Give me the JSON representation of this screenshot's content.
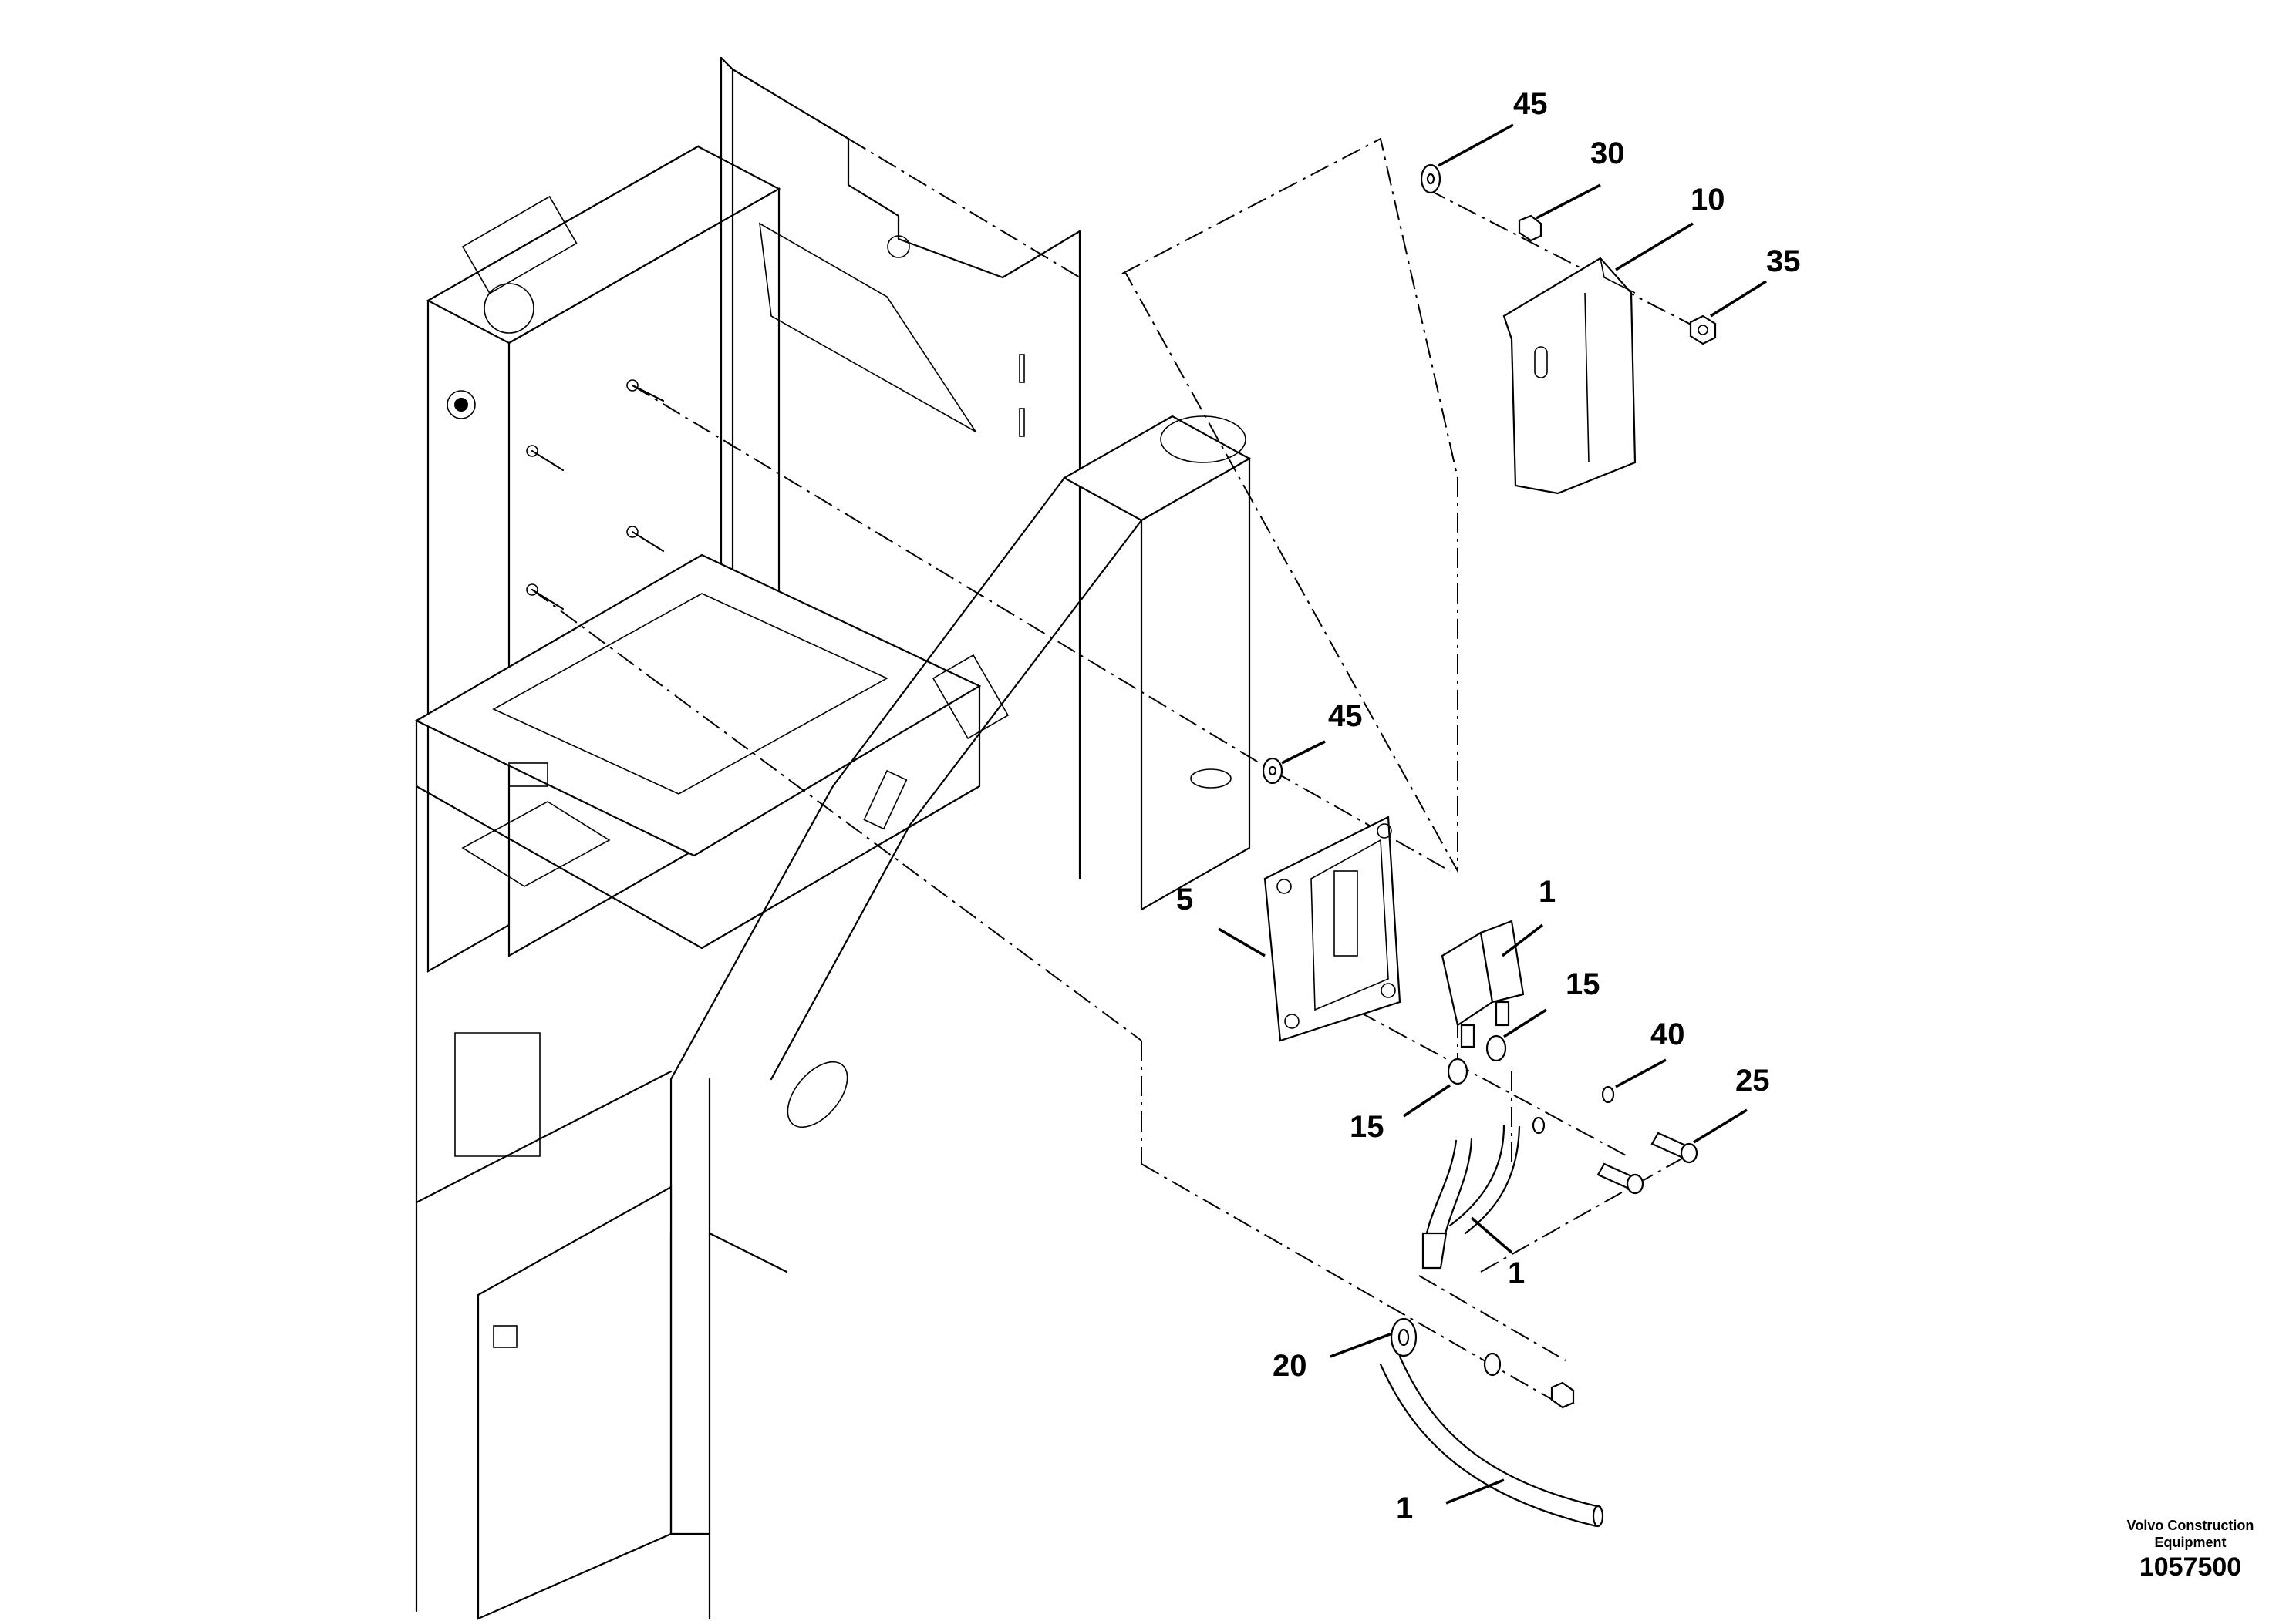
{
  "callouts": {
    "c45_top": "45",
    "c30": "30",
    "c10": "10",
    "c35": "35",
    "c45_mid": "45",
    "c5": "5",
    "c1_a": "1",
    "c15_a": "15",
    "c40": "40",
    "c25": "25",
    "c15_b": "15",
    "c1_b": "1",
    "c20": "20",
    "c1_c": "1"
  },
  "footer": {
    "brand_line1": "Volvo Construction",
    "brand_line2": "Equipment",
    "doc_number": "1057500"
  }
}
